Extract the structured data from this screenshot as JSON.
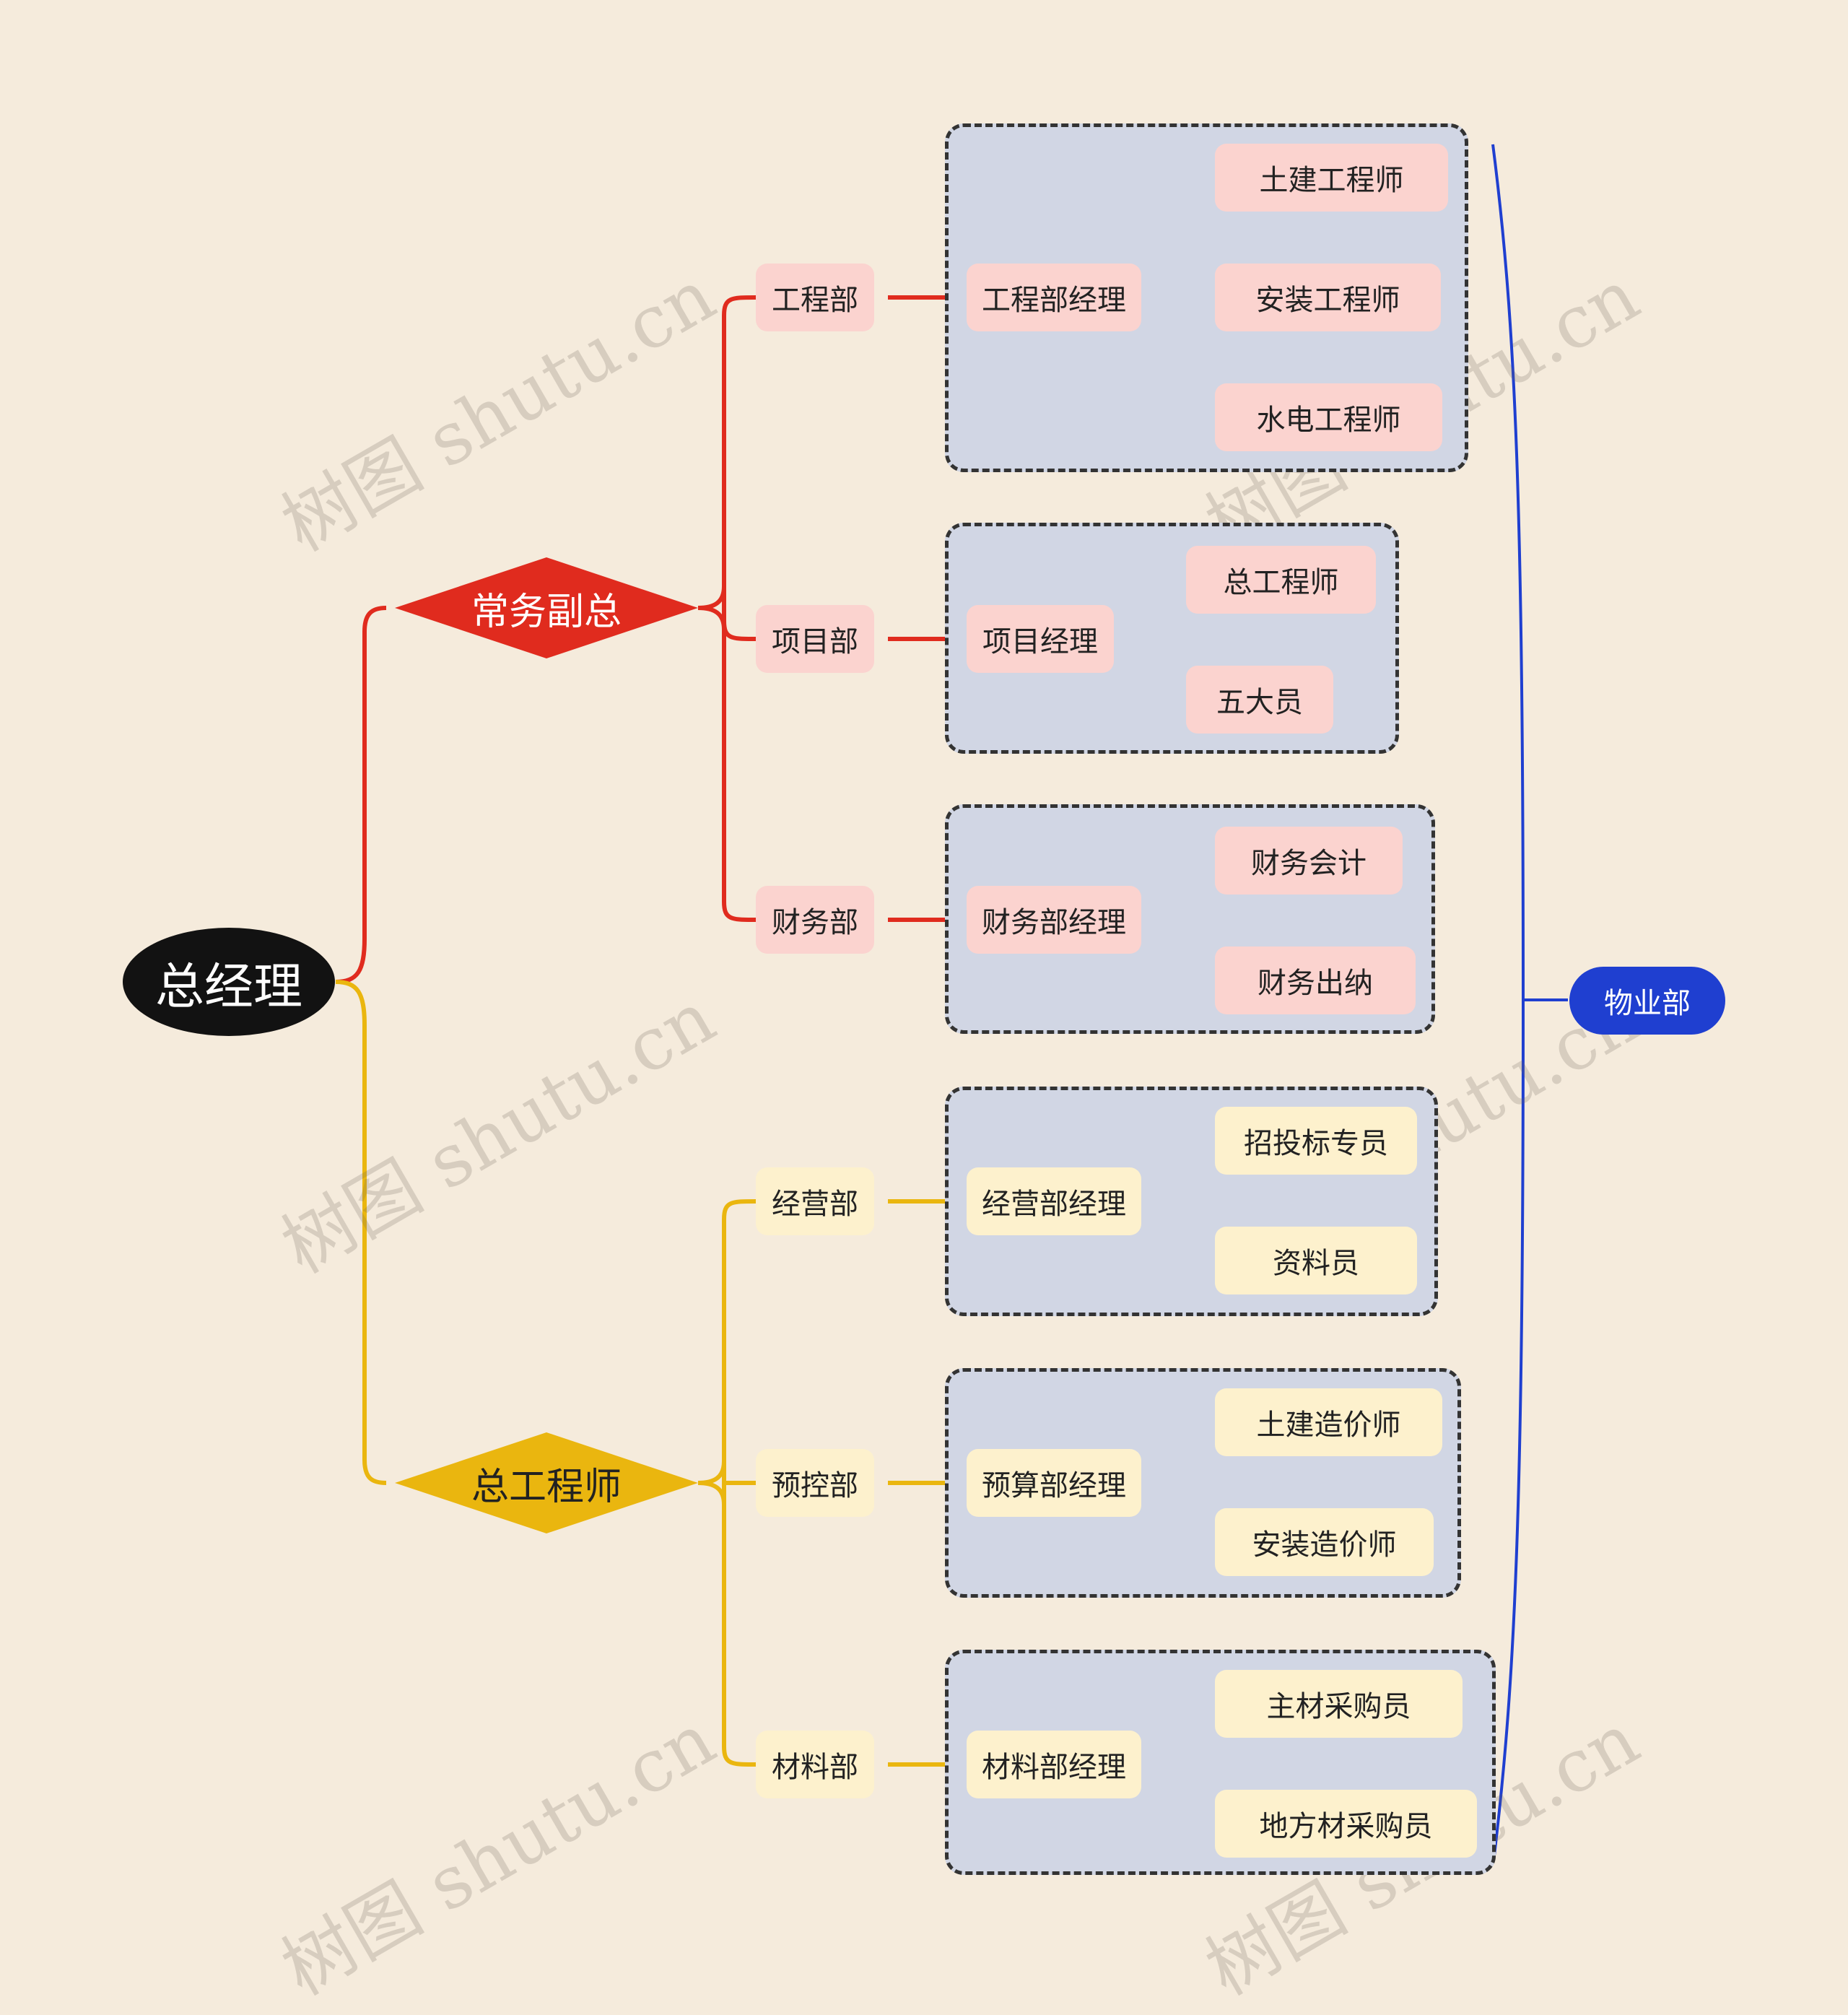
{
  "root": {
    "label": "总经理"
  },
  "branches": [
    {
      "label": "常务副总",
      "color": "#e02b1e",
      "departments": [
        {
          "label": "工程部",
          "manager": "工程部经理",
          "staff": [
            "土建工程师",
            "安装工程师",
            "水电工程师"
          ]
        },
        {
          "label": "项目部",
          "manager": "项目经理",
          "staff": [
            "总工程师",
            "五大员"
          ]
        },
        {
          "label": "财务部",
          "manager": "财务部经理",
          "staff": [
            "财务会计",
            "财务出纳"
          ]
        }
      ]
    },
    {
      "label": "总工程师",
      "color": "#eab60f",
      "departments": [
        {
          "label": "经营部",
          "manager": "经营部经理",
          "staff": [
            "招投标专员",
            "资料员"
          ]
        },
        {
          "label": "预控部",
          "manager": "预算部经理",
          "staff": [
            "土建造价师",
            "安装造价师"
          ]
        },
        {
          "label": "材料部",
          "manager": "材料部经理",
          "staff": [
            "主材采购员",
            "地方材采购员"
          ]
        }
      ]
    }
  ],
  "summary": {
    "label": "物业部",
    "color": "#1f3fd0"
  },
  "watermark": "树图 shutu.cn"
}
